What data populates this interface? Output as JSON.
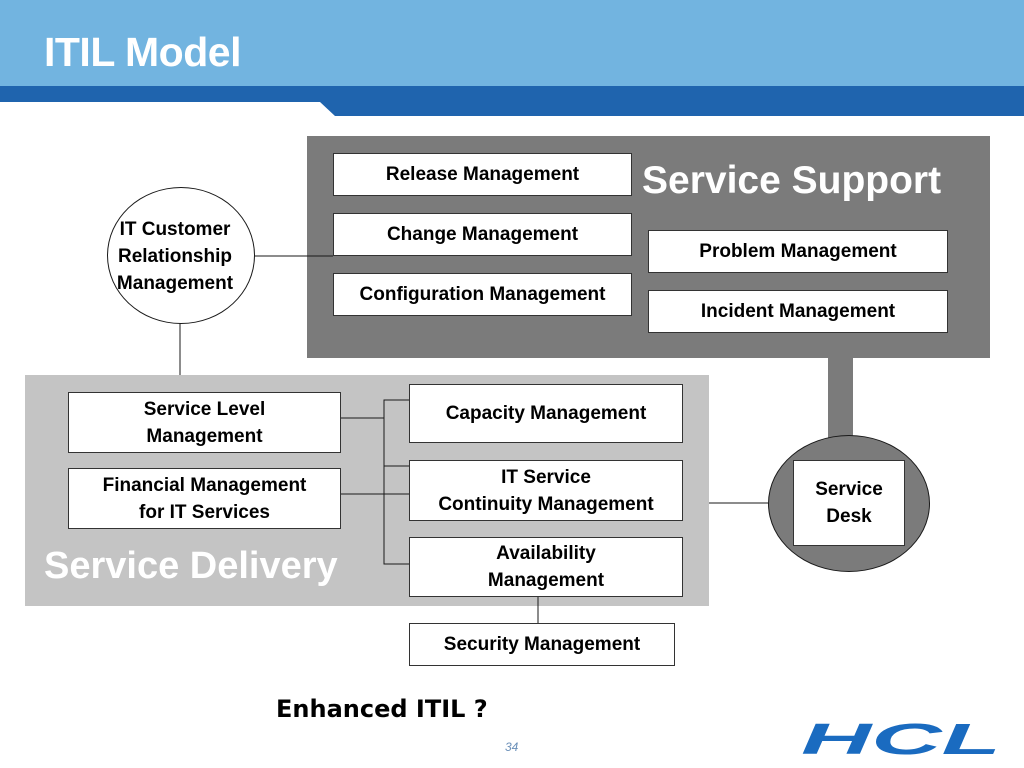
{
  "slide": {
    "title": "ITIL Model",
    "question": "Enhanced ITIL ?",
    "page_number": "34",
    "logo_text": "HCL"
  },
  "colors": {
    "header_light": "#72b4e0",
    "header_dark": "#1f64ae",
    "support_panel": "#7b7b7b",
    "delivery_panel": "#c4c4c4",
    "logo": "#1a6bc0"
  },
  "service_support": {
    "title": "Service Support",
    "boxes": {
      "release": "Release Management",
      "change": "Change Management",
      "configuration": "Configuration Management",
      "problem": "Problem Management",
      "incident": "Incident Management"
    }
  },
  "service_delivery": {
    "title": "Service Delivery",
    "boxes": {
      "service_level": "Service Level\nManagement",
      "financial": "Financial Management\nfor IT Services",
      "capacity": "Capacity Management",
      "continuity": "IT Service\nContinuity Management",
      "availability": "Availability\nManagement"
    }
  },
  "security": "Security Management",
  "customer_relationship": "IT Customer\nRelationship\nManagement",
  "service_desk": "Service\nDesk"
}
